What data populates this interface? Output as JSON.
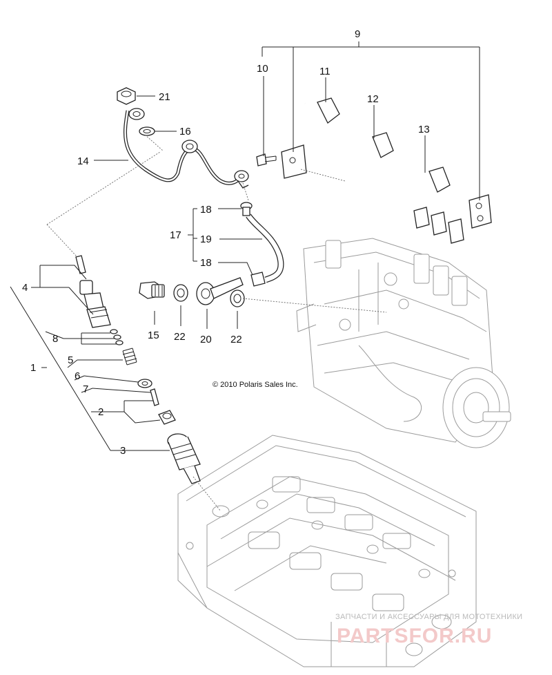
{
  "copyright": "© 2010 Polaris Sales Inc.",
  "watermark": {
    "line1": "ЗАПЧАСТИ И АКСЕССУАРЫ ДЛЯ МОТОТЕХНИКИ",
    "logo": "PARTSFOR.RU"
  },
  "callouts": {
    "c1": "1",
    "c2": "2",
    "c3": "3",
    "c4": "4",
    "c5": "5",
    "c6": "6",
    "c7": "7",
    "c8": "8",
    "c9": "9",
    "c10": "10",
    "c11": "11",
    "c12": "12",
    "c13": "13",
    "c14": "14",
    "c15": "15",
    "c16": "16",
    "c17": "17",
    "c18a": "18",
    "c18b": "18",
    "c19": "19",
    "c20": "20",
    "c21": "21",
    "c22a": "22",
    "c22b": "22"
  }
}
